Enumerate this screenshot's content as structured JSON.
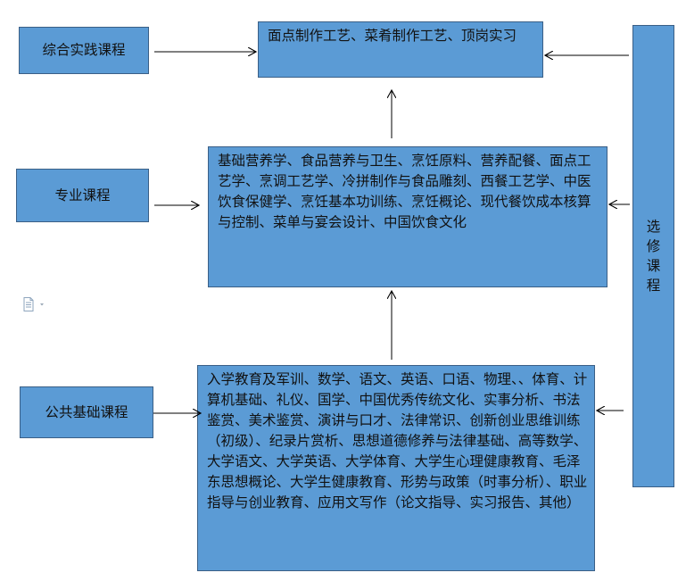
{
  "left_labels": {
    "practice": "综合实践课程",
    "major": "专业课程",
    "public": "公共基础课程"
  },
  "boxes": {
    "top": "面点制作工艺、菜肴制作工艺、顶岗实习",
    "middle": "基础营养学、食品营养与卫生、烹饪原料、营养配餐、面点工艺学、烹调工艺学、冷拼制作与食品雕刻、西餐工艺学、中医饮食保健学、烹饪基本功训练、烹饪概论、现代餐饮成本核算与控制、菜单与宴会设计、中国饮食文化",
    "bottom": "入学教育及军训、数学、语文、英语、口语、物理、、体育、计算机基础、礼仪、国学、中国优秀传统文化、实事分析、书法鉴赏、美术鉴赏、演讲与口才、法律常识、创新创业思维训练（初级）、纪录片赏析、思想道德修养与法律基础、高等数学、大学语文、大学英语、大学体育、大学生心理健康教育、毛泽东思想概论、大学生健康教育、形势与政策（时事分析）、职业指导与创业教育、应用文写作（论文指导、实习报告、其他）"
  },
  "elective": {
    "chars": [
      "选",
      "修",
      "课",
      "程"
    ]
  },
  "colors": {
    "box_fill": "#5b9bd5",
    "box_border": "#3a5f86",
    "arrow": "#000000"
  },
  "icons": {
    "document": "document-icon"
  }
}
